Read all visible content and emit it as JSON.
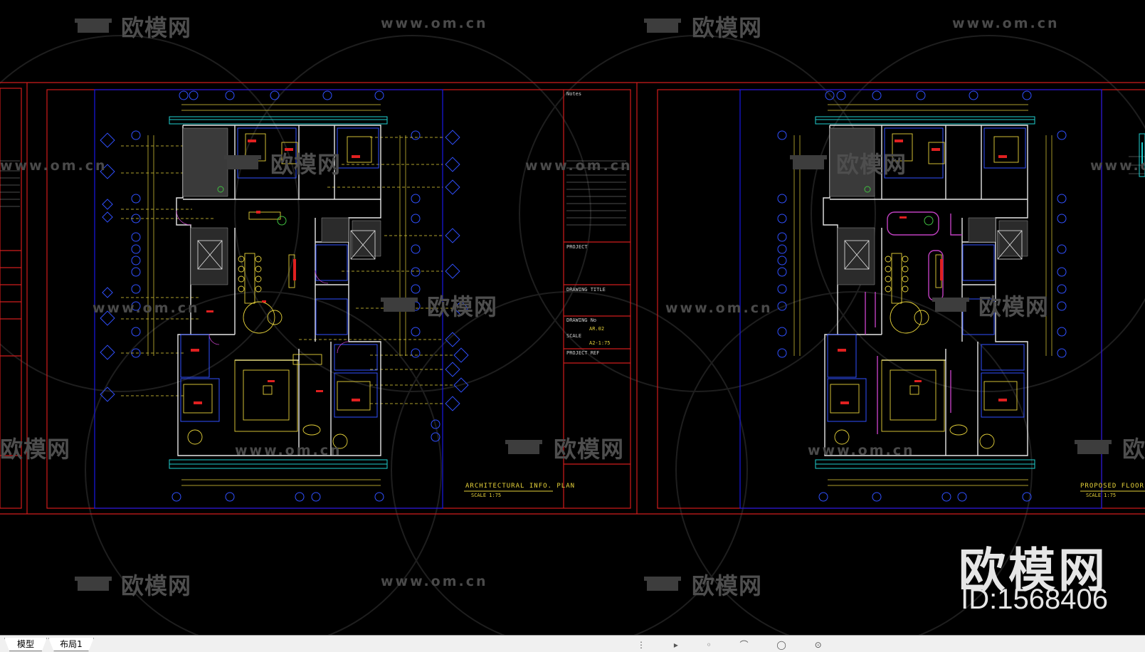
{
  "watermark": {
    "cn": "欧模网",
    "url": "www.om.cn"
  },
  "brand": {
    "name": "欧模网",
    "id": "ID:1568406"
  },
  "sheet_left": {
    "plan_title": "ARCHITECTURAL INFO. PLAN",
    "plan_scale": "SCALE 1:75",
    "title_block": {
      "notes_label": "Notes",
      "project_label": "PROJECT",
      "drawing_title_label": "DRAWING TITLE",
      "drawing_no_label": "DRAWING No",
      "scale_label": "SCALE",
      "scale_value": "A2-1:75",
      "project_ref_label": "PROJECT REF",
      "drawing_no_value": "AR.02"
    }
  },
  "sheet_right": {
    "plan_title": "PROPOSED FLOOR PLAN",
    "plan_scale": "SCALE 1:75"
  },
  "tabs": [
    {
      "label": "模型",
      "active": true
    },
    {
      "label": "布局1",
      "active": false
    }
  ],
  "colors": {
    "frame_red": "#d01c1c",
    "viewport_blue": "#1818e6",
    "wall_white": "#e6e6e6",
    "furniture_yellow": "#e6d23a",
    "dim_cyan": "#20d0d0",
    "accent_magenta": "#c040c0",
    "grid_blue": "#3050ff"
  }
}
